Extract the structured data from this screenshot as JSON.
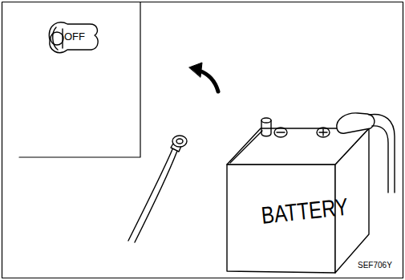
{
  "diagram": {
    "labels": [
      "OFF",
      "BATTERY",
      "SEF706Y"
    ]
  }
}
